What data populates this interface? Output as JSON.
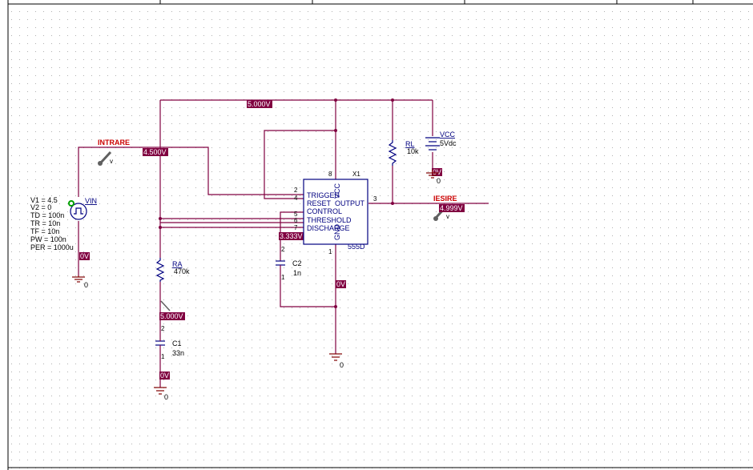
{
  "colors": {
    "wire": "#800040",
    "component": "#000080",
    "net_label": "#cc0000",
    "voltage_flag_bg": "#800040",
    "grid_dot": "#b0b0b0"
  },
  "icons": [
    "voltage-probe-icon",
    "ground-icon",
    "junction-icon"
  ],
  "voltage_flags": {
    "top_rail": "5.000V",
    "intrare": "4.500V",
    "output": "4.999V",
    "threshold": "3.333V",
    "vin_bottom": "0V",
    "vcc_bottom": "0V",
    "chip_gnd": "0V",
    "ra_bottom": "5.000V",
    "c1_bottom": "0V"
  },
  "net_labels": {
    "input": "INTRARE",
    "output": "IESIRE"
  },
  "vin": {
    "name": "VIN",
    "params": [
      "V1 = 4.5",
      "V2 = 0",
      "TD = 100n",
      "TR = 10n",
      "TF = 10n",
      "PW = 100n",
      "PER = 1000u"
    ]
  },
  "vcc": {
    "name": "VCC",
    "value": "5Vdc"
  },
  "rl": {
    "name": "RL",
    "value": "10k"
  },
  "ra": {
    "name": "RA",
    "value": "470k"
  },
  "c1": {
    "name": "C1",
    "value": "33n",
    "pin_top": "2",
    "pin_bottom": "1"
  },
  "c2": {
    "name": "C2",
    "value": "1n",
    "pin_top": "2",
    "pin_bottom": "1"
  },
  "chip": {
    "ref": "X1",
    "part": "555D",
    "vcc_label": "VCC",
    "gnd_label": "GND",
    "pins_left": [
      {
        "num": "2",
        "name": "TRIGGER"
      },
      {
        "num": "4",
        "name": "RESET"
      },
      {
        "num": "5",
        "name": "CONTROL"
      },
      {
        "num": "6",
        "name": "THRESHOLD"
      },
      {
        "num": "7",
        "name": "DISCHARGE"
      }
    ],
    "output_name": "OUTPUT",
    "output_pin": "3",
    "top_pin": "8",
    "bottom_pin": "1"
  },
  "ground_labels": {
    "vin": "0",
    "vcc": "0",
    "chip": "0",
    "c1": "0"
  },
  "probe_letter": "v"
}
